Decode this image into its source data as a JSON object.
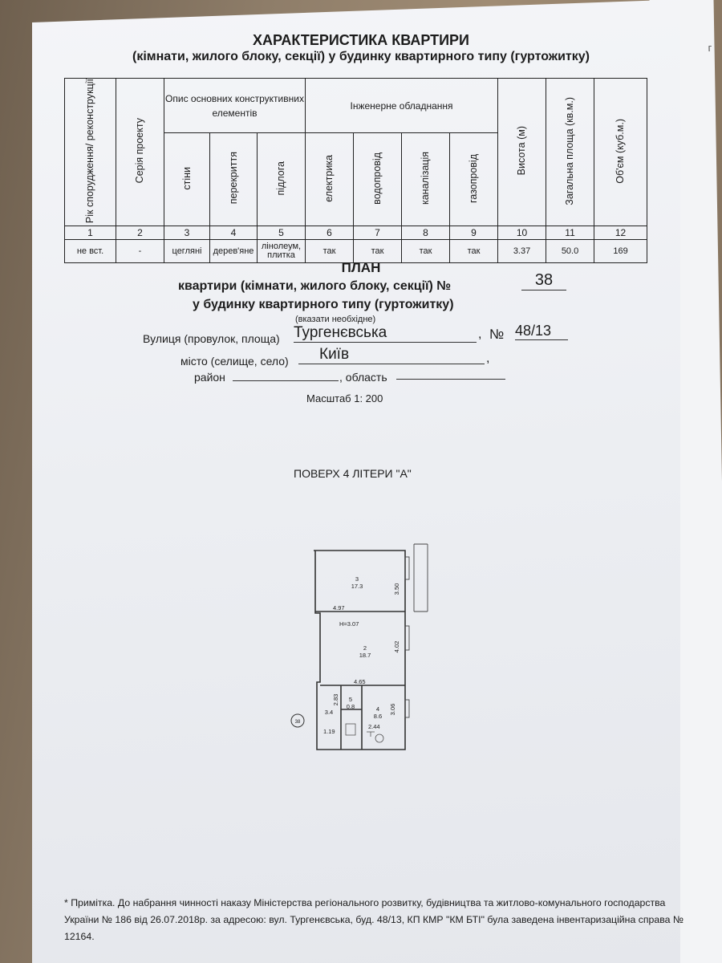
{
  "page_mark": "г",
  "header": {
    "title": "ХАРАКТЕРИСТИКА КВАРТИРИ",
    "subtitle": "(кімнати, жилого блоку, секції) у будинку квартирного типу (гуртожитку)"
  },
  "table": {
    "col_year": "Рік спорудження/ реконструкції",
    "col_series": "Серія проекту",
    "group_construct": "Опис основних конструктивних елементів",
    "group_engineering": "Інженерне обладнання",
    "col_walls": "стіни",
    "col_ceiling": "перекриття",
    "col_floor": "підлога",
    "col_electric": "електрика",
    "col_water": "водопровід",
    "col_sewer": "каналізація",
    "col_gas": "газопровід",
    "col_height": "Висота (м)",
    "col_area": "Загальна площа (кв.м.)",
    "col_volume": "Об'єм (куб.м.)",
    "numbers": [
      "1",
      "2",
      "3",
      "4",
      "5",
      "6",
      "7",
      "8",
      "9",
      "10",
      "11",
      "12"
    ],
    "values": [
      "не вст.",
      "-",
      "цегляні",
      "дерев'яне",
      "лінолеум, плитка",
      "так",
      "так",
      "так",
      "так",
      "3.37",
      "50.0",
      "169"
    ]
  },
  "plan": {
    "heading": "ПЛАН",
    "line1": "квартири (кімнати, жилого блоку, секції) №",
    "apartment_no": "38",
    "line2": "у будинку квартирного типу (гуртожитку)",
    "hint": "(вказати необхідне)",
    "street_label": "Вулиця (провулок, площа)",
    "street": "Тургенєвська",
    "no_label": "№",
    "house_no": "48/13",
    "city_label": "місто (селище, село)",
    "city": "Київ",
    "district_label": "район",
    "region_label": ", область",
    "scale": "Масштаб 1: 200",
    "floor_title": "ПОВЕРХ 4 ЛІТЕРИ \"А\""
  },
  "floorplan": {
    "room3_no": "3",
    "room3_area": "17.3",
    "dim_350": "3.50",
    "dim_497": "4.97",
    "height_label": "H=3.07",
    "room2_no": "2",
    "room2_area": "18.7",
    "dim_402": "4.02",
    "dim_465": "4.65",
    "room1_area": "3.4",
    "dim_283": "2.83",
    "room5_no": "5",
    "room5_area": "0.8",
    "room4_no": "4",
    "room4_area": "8.6",
    "dim_306": "3.06",
    "dim_119": "1.19",
    "dim_244": "2.44",
    "apt_marker": "38"
  },
  "note": "* Примітка.  До набрання чинності  наказу Міністерства регіонального розвитку, будівництва та житлово-комунального господарства України № 186 від 26.07.2018р.  за адресою: вул. Тургенєвська, буд. 48/13, КП КМР \"КМ БТІ\" була заведена інвентаризаційна справа № 12164."
}
